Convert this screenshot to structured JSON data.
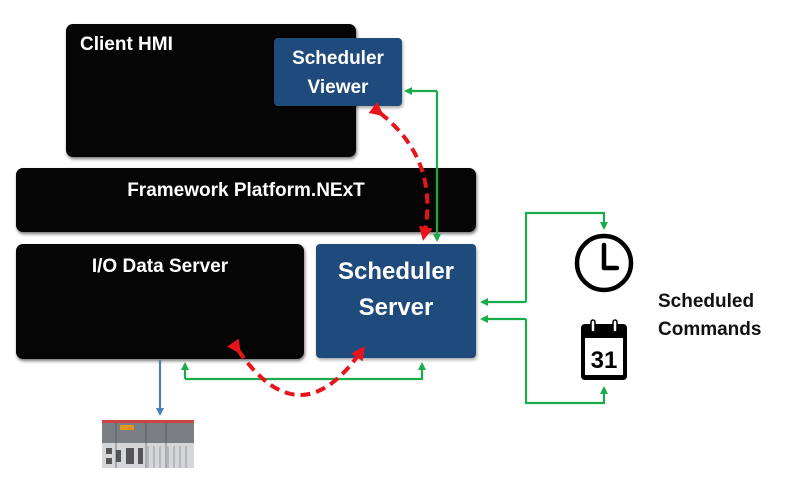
{
  "diagram": {
    "client_hmi": {
      "label": "Client HMI"
    },
    "scheduler_viewer": {
      "line1": "Scheduler",
      "line2": "Viewer"
    },
    "framework": {
      "label": "Framework Platform.NExT"
    },
    "io_server": {
      "label": "I/O Data Server"
    },
    "scheduler_server": {
      "line1": "Scheduler",
      "line2": "Server"
    },
    "scheduled_commands": {
      "line1": "Scheduled",
      "line2": "Commands"
    },
    "calendar_icon": {
      "day": "31"
    },
    "colors": {
      "block": "#050505",
      "accent_blue": "#1f4a7c",
      "green_link": "#1aab4b",
      "red_dashed": "#e8141c",
      "blue_link": "#4a7cc0"
    }
  }
}
